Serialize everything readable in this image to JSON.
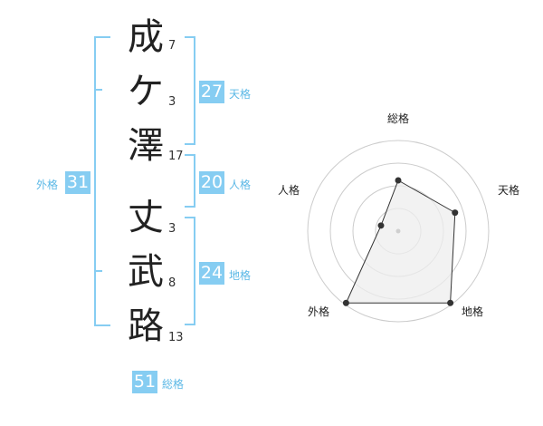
{
  "name_chars": [
    {
      "char": "成",
      "strokes": "7"
    },
    {
      "char": "ケ",
      "strokes": "3"
    },
    {
      "char": "澤",
      "strokes": "17"
    },
    {
      "char": "丈",
      "strokes": "3"
    },
    {
      "char": "武",
      "strokes": "8"
    },
    {
      "char": "路",
      "strokes": "13"
    }
  ],
  "kaku": {
    "tenkaku": {
      "value": "27",
      "label": "天格"
    },
    "jinkaku": {
      "value": "20",
      "label": "人格"
    },
    "chikaku": {
      "value": "24",
      "label": "地格"
    },
    "gaikaku": {
      "value": "31",
      "label": "外格"
    },
    "soukaku": {
      "value": "51",
      "label": "総格"
    }
  },
  "colors": {
    "accent": "#86cdf2",
    "label_accent": "#5bb8e6",
    "radar_fill": "#eeeeee"
  },
  "chart_data": {
    "type": "radar",
    "axes": [
      "総格",
      "天格",
      "地格",
      "外格",
      "人格"
    ],
    "series": [
      {
        "values": [
          0.56,
          0.66,
          0.98,
          0.98,
          0.2
        ]
      }
    ],
    "range": [
      0,
      1
    ],
    "rings": 4
  }
}
